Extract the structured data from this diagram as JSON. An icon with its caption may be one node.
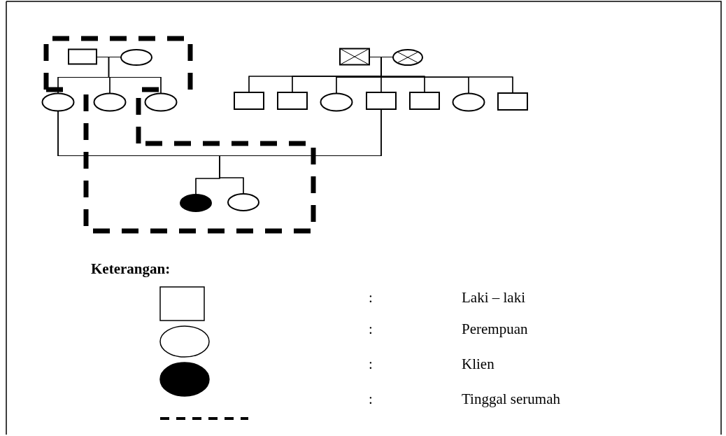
{
  "diagram": {
    "nodes": [
      {
        "text": [],
        "shape": "box"
      },
      {
        "text": [],
        "shape": "circle"
      },
      {
        "text": [],
        "shape": "box"
      },
      {
        "text": [],
        "shape": "circle"
      },
      {
        "text": [],
        "shape": "circle"
      },
      {
        "text": [],
        "shape": "circle"
      },
      {
        "text": [],
        "shape": "circle"
      },
      {
        "text": [],
        "shape": "box"
      },
      {
        "text": [],
        "shape": "box"
      },
      {
        "text": [],
        "shape": "circle"
      },
      {
        "text": [],
        "shape": "box"
      },
      {
        "text": [],
        "shape": "box"
      },
      {
        "text": [],
        "shape": "circle"
      },
      {
        "text": [],
        "shape": "box"
      },
      {
        "text": [],
        "shape": "circle"
      },
      {
        "text": [],
        "shape": "circle"
      }
    ],
    "edges": [
      {
        "from": 0,
        "to": 1,
        "arrow": "none"
      },
      {
        "from": 2,
        "to": 3,
        "arrow": "none"
      },
      {
        "from": 4,
        "to": 10,
        "arrow": "none"
      },
      {
        "from": 0,
        "to": 4,
        "arrow": "none"
      },
      {
        "from": 0,
        "to": 5,
        "arrow": "none"
      },
      {
        "from": 0,
        "to": 6,
        "arrow": "none"
      },
      {
        "from": 1,
        "to": 4,
        "arrow": "none"
      },
      {
        "from": 1,
        "to": 5,
        "arrow": "none"
      },
      {
        "from": 1,
        "to": 6,
        "arrow": "none"
      },
      {
        "from": 2,
        "to": 7,
        "arrow": "none"
      },
      {
        "from": 2,
        "to": 8,
        "arrow": "none"
      },
      {
        "from": 2,
        "to": 9,
        "arrow": "none"
      },
      {
        "from": 2,
        "to": 10,
        "arrow": "none"
      },
      {
        "from": 2,
        "to": 11,
        "arrow": "none"
      },
      {
        "from": 2,
        "to": 12,
        "arrow": "none"
      },
      {
        "from": 2,
        "to": 13,
        "arrow": "none"
      },
      {
        "from": 3,
        "to": 7,
        "arrow": "none"
      },
      {
        "from": 3,
        "to": 8,
        "arrow": "none"
      },
      {
        "from": 3,
        "to": 9,
        "arrow": "none"
      },
      {
        "from": 3,
        "to": 10,
        "arrow": "none"
      },
      {
        "from": 3,
        "to": 11,
        "arrow": "none"
      },
      {
        "from": 3,
        "to": 12,
        "arrow": "none"
      },
      {
        "from": 3,
        "to": 13,
        "arrow": "none"
      },
      {
        "from": 4,
        "to": 14,
        "arrow": "none"
      },
      {
        "from": 4,
        "to": 15,
        "arrow": "none"
      },
      {
        "from": 10,
        "to": 14,
        "arrow": "none"
      },
      {
        "from": 10,
        "to": 15,
        "arrow": "none"
      }
    ],
    "labels": [
      "Keterangan:",
      ":",
      ":",
      ":",
      ":"
    ],
    "legend": [
      {
        "text": "Laki – laki"
      },
      {
        "text": "Perempuan"
      },
      {
        "text": "Klien"
      },
      {
        "text": "Tinggal serumah"
      }
    ]
  }
}
